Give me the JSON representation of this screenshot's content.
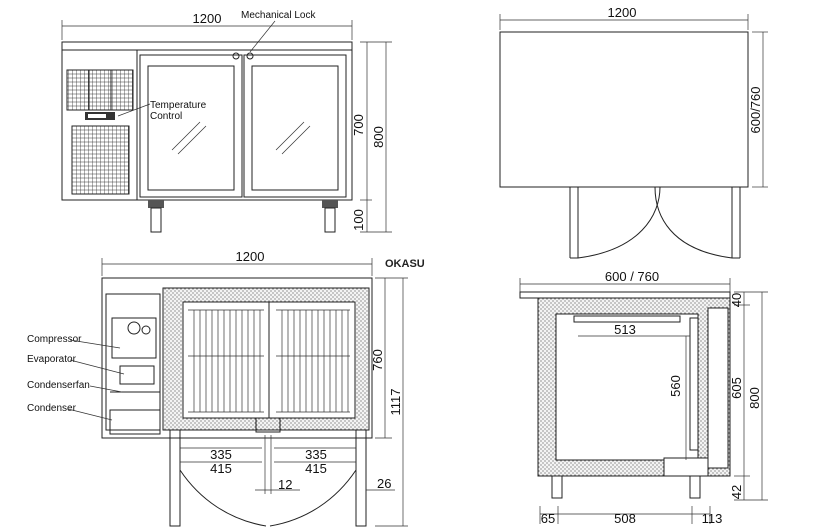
{
  "front_view": {
    "width": "1200",
    "mechanical_lock": "Mechanical Lock",
    "temperature_control": "Temperature\nControl",
    "body_height": "700",
    "total_height": "800",
    "leg_height": "100"
  },
  "side_view_top": {
    "width": "1200",
    "depth": "600/760"
  },
  "top_view": {
    "width": "1200",
    "depth": "760",
    "total_depth": "1117",
    "labels": {
      "compressor": "Compressor",
      "evaporator": "Evaporator",
      "condenser_fan": "Condenserfan",
      "condenser": "Condenser"
    },
    "inner_left": "335",
    "inner_right": "335",
    "outer_left": "415",
    "outer_right": "415",
    "gap": "12",
    "door_offset": "26"
  },
  "section_view": {
    "depth": "600 / 760",
    "top_thickness": "40",
    "shelf_depth": "513",
    "inner_height": "560",
    "body_height": "605",
    "total_height": "800",
    "leg": "42",
    "bottom_left": "65",
    "bottom_mid": "508",
    "bottom_right": "113"
  },
  "brand": "OKASU"
}
